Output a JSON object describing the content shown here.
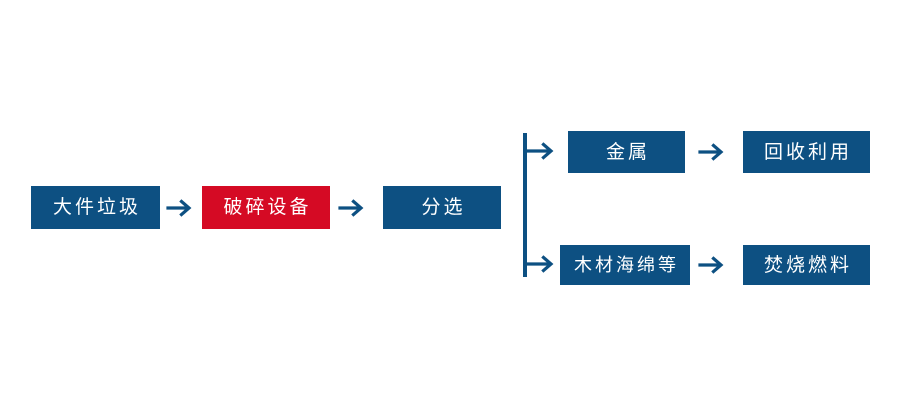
{
  "diagram": {
    "title": "bulky-waste-processing-flow",
    "background_color": "#ffffff",
    "colors": {
      "primary": "#0d5082",
      "accent": "#d50a24",
      "text": "#ffffff"
    },
    "nodes": [
      {
        "id": "bulky-waste",
        "label": "大件垃圾",
        "style": "primary"
      },
      {
        "id": "shredding-equipment",
        "label": "破碎设备",
        "style": "accent"
      },
      {
        "id": "sorting",
        "label": "分选",
        "style": "primary"
      },
      {
        "id": "metal",
        "label": "金属",
        "style": "primary"
      },
      {
        "id": "recycling-reuse",
        "label": "回收利用",
        "style": "primary"
      },
      {
        "id": "wood-sponge-etc",
        "label": "木材海绵等",
        "style": "primary"
      },
      {
        "id": "incineration-fuel",
        "label": "焚烧燃料",
        "style": "primary"
      }
    ],
    "connectors": [
      {
        "id": "arrow-waste-to-shredder",
        "type": "arrow",
        "from": "bulky-waste",
        "to": "shredding-equipment"
      },
      {
        "id": "arrow-shredder-to-sorting",
        "type": "arrow",
        "from": "shredding-equipment",
        "to": "sorting"
      },
      {
        "id": "split-from-sorting",
        "type": "branch",
        "from": "sorting",
        "to": "metal, wood-sponge-etc"
      },
      {
        "id": "arrow-metal-to-recycling",
        "type": "arrow",
        "from": "metal",
        "to": "recycling-reuse"
      },
      {
        "id": "arrow-wood-to-fuel",
        "type": "arrow",
        "from": "wood-sponge-etc",
        "to": "incineration-fuel"
      }
    ]
  }
}
